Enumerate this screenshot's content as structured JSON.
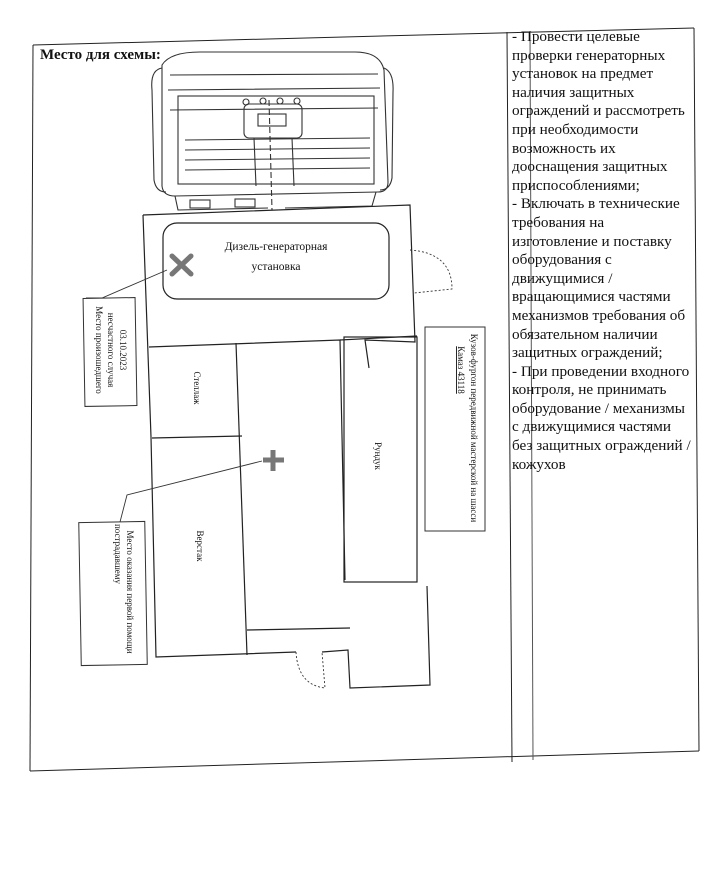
{
  "schema_label": "Место для схемы:",
  "recommendations": [
    "- Провести целевые проверки генераторных установок на предмет наличия защитных ограждений и рассмотреть при необходимости возможность их дооснащения защитных приспособлениями;",
    "- Включать в технические требования на изготовление и поставку оборудования с движущимися / вращающимися частями механизмов требования об обязательном наличии защитных ограждений;",
    "- При проведении входного контроля, не принимать оборудование / механизмы с движущимися частями без защитных ограждений / кожухов"
  ],
  "diagram": {
    "generator_label_line1": "Дизель-генераторная",
    "generator_label_line2": "установка",
    "incident_note_line1": "Место произошедшего",
    "incident_note_line2": "несчастного случая",
    "incident_note_line3": "03.10.2023",
    "body_note_line1": "Кузов-фургон передвижной мастерской на шасси",
    "body_note_line2": "Камаз 43118",
    "first_aid_note_line1": "Место оказания первой помощи",
    "first_aid_note_line2": "пострадавшему",
    "room_stellazh": "Стеллаж",
    "room_verstak": "Верстак",
    "room_rundukh": "Рундук"
  }
}
